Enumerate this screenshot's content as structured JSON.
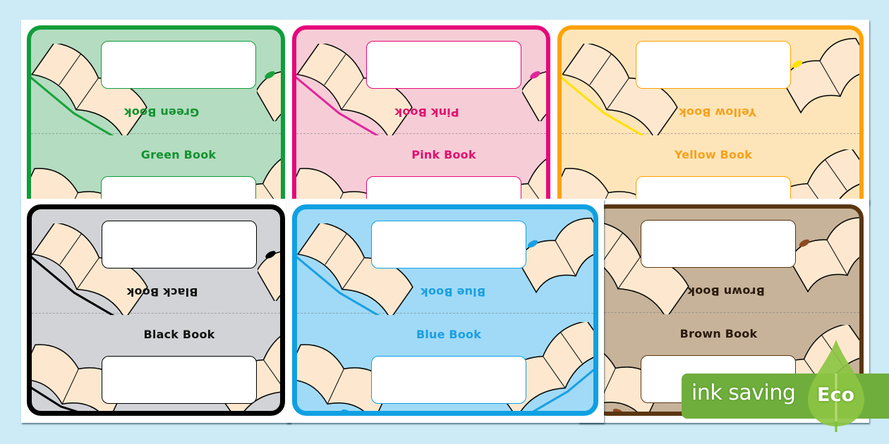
{
  "cards": [
    {
      "id": "green",
      "label": "Green Book",
      "label_flipped": "Green Book",
      "border": "#0f9d3a",
      "bg": "#b4dcc0",
      "text": "#13922f",
      "spine": "#18a23c"
    },
    {
      "id": "pink",
      "label": "Pink Book",
      "label_flipped": "Pink Book",
      "border": "#e6077a",
      "bg": "#f6cdd6",
      "text": "#e0126f",
      "spine": "#e0279a"
    },
    {
      "id": "yellow",
      "label": "Yellow Book",
      "label_flipped": "Yellow Book",
      "border": "#ffa200",
      "bg": "#fde5b9",
      "text": "#f7a11a",
      "spine": "#ffe100"
    },
    {
      "id": "black",
      "label": "Black Book",
      "label_flipped": "Black Book",
      "border": "#000000",
      "bg": "#d2d3d7",
      "text": "#111111",
      "spine": "#000000"
    },
    {
      "id": "blue",
      "label": "Blue Book",
      "label_flipped": "Blue Book",
      "border": "#0fa0e3",
      "bg": "#a0daf7",
      "text": "#1a9fe0",
      "spine": "#1a9fe0"
    },
    {
      "id": "brown",
      "label": "Brown Book",
      "label_flipped": "Brown Book",
      "border": "#5a3512",
      "bg": "#c7b39a",
      "text": "#2a1a0c",
      "spine": "#8c4a1e"
    }
  ],
  "badge": {
    "text": "ink saving",
    "word": "Eco",
    "color": "#6fae3c"
  },
  "page_bg": "#cdebf7"
}
